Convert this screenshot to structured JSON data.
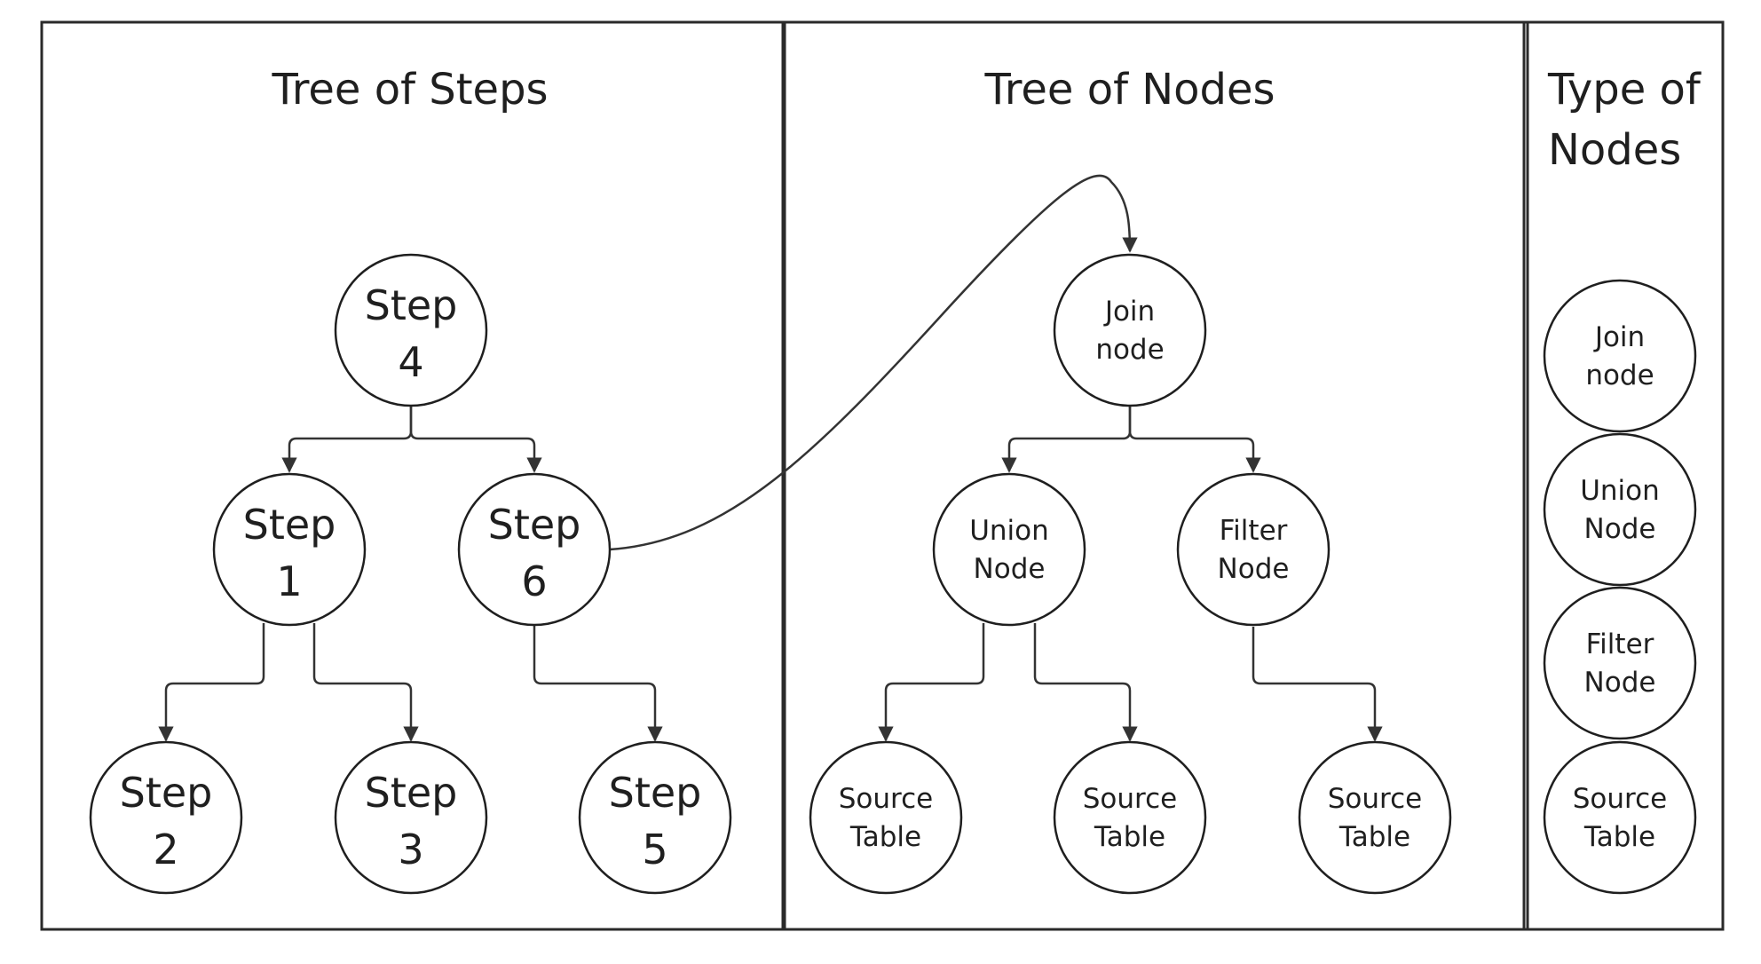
{
  "panels": {
    "steps": {
      "title": "Tree of Steps"
    },
    "nodes": {
      "title": "Tree of Nodes"
    },
    "types": {
      "title_line1": "Type of",
      "title_line2": "Nodes"
    }
  },
  "steps": {
    "step4": {
      "line1": "Step",
      "line2": "4"
    },
    "step1": {
      "line1": "Step",
      "line2": "1"
    },
    "step6": {
      "line1": "Step",
      "line2": "6"
    },
    "step2": {
      "line1": "Step",
      "line2": "2"
    },
    "step3": {
      "line1": "Step",
      "line2": "3"
    },
    "step5": {
      "line1": "Step",
      "line2": "5"
    }
  },
  "tree_nodes": {
    "join": {
      "line1": "Join",
      "line2": "node"
    },
    "union": {
      "line1": "Union",
      "line2": "Node"
    },
    "filter": {
      "line1": "Filter",
      "line2": "Node"
    },
    "source_a": {
      "line1": "Source",
      "line2": "Table"
    },
    "source_b": {
      "line1": "Source",
      "line2": "Table"
    },
    "source_c": {
      "line1": "Source",
      "line2": "Table"
    }
  },
  "node_types": {
    "join": {
      "line1": "Join",
      "line2": "node"
    },
    "union": {
      "line1": "Union",
      "line2": "Node"
    },
    "filter": {
      "line1": "Filter",
      "line2": "Node"
    },
    "source": {
      "line1": "Source",
      "line2": "Table"
    }
  }
}
